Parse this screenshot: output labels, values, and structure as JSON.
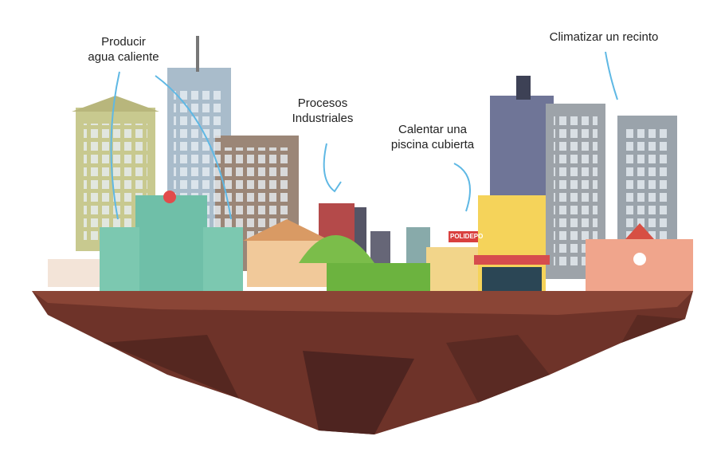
{
  "labels": {
    "hot_water": [
      "Producir",
      "agua caliente"
    ],
    "industrial": [
      "Procesos",
      "Industriales"
    ],
    "pool": [
      "Calentar una",
      "piscina cubierta"
    ],
    "climate": "Climatizar un recinto"
  },
  "signs": {
    "sports_center": "POLIDEPO"
  },
  "colors": {
    "arrow": "#5fb8e4",
    "rock_top": "#7a3a2e",
    "rock_dark": "#4e2420",
    "grass": "#6cb33f"
  }
}
